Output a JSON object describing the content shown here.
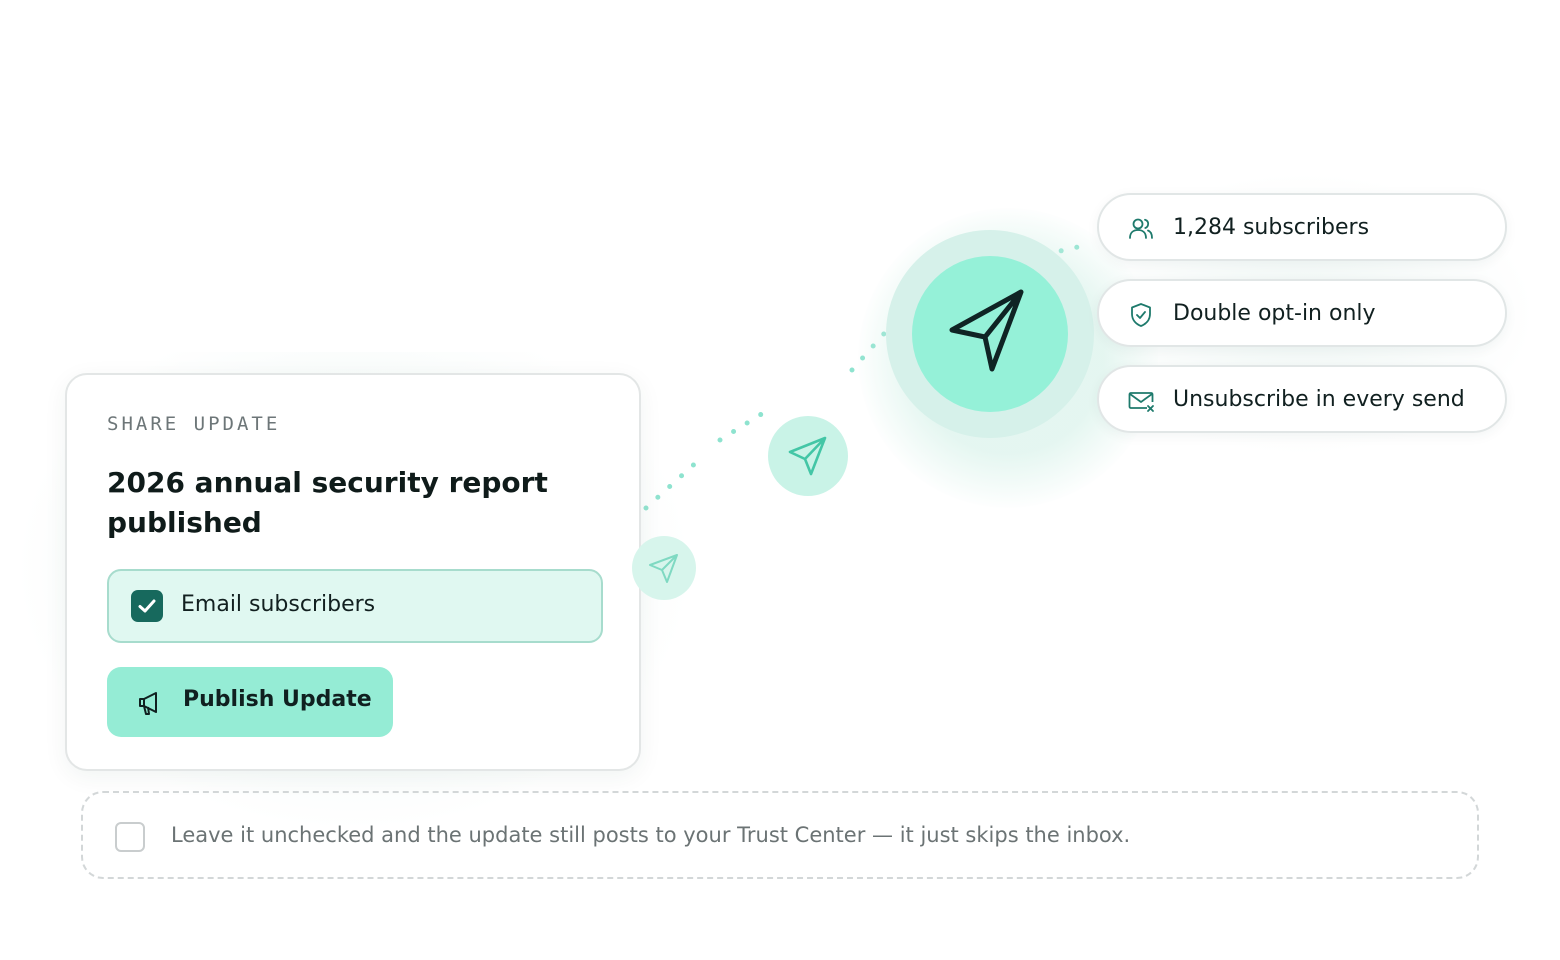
{
  "share_card": {
    "eyebrow": "SHARE UPDATE",
    "title": "2026 annual security report published",
    "email_option": {
      "label": "Email subscribers",
      "checked": true
    },
    "publish_button": {
      "label": "Publish Update",
      "icon": "megaphone-icon"
    }
  },
  "send_hub": {
    "icon": "paper-plane-icon"
  },
  "features": [
    {
      "icon": "users-icon",
      "label": "1,284 subscribers"
    },
    {
      "icon": "shield-check-icon",
      "label": "Double opt-in only"
    },
    {
      "icon": "mail-x-icon",
      "label": "Unsubscribe in every send"
    }
  ],
  "footnote": {
    "text": "Leave it unchecked and the update still posts to your Trust Center — it just skips the inbox.",
    "checked": false
  },
  "colors": {
    "accent": "#95ecd5",
    "accent_dark": "#17695d",
    "option_bg": "#e0f8f1",
    "text": "#0f1b1a",
    "muted_text": "#6b7374"
  }
}
